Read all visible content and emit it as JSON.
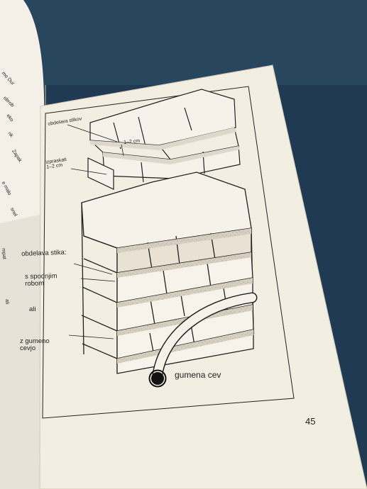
{
  "illustration": {
    "top_label": "obdelava stikov",
    "top_dimension": "1–2 cm",
    "top_raked": "izpraskati\n1–2 cm",
    "label_joint": "obdelava stika:",
    "label_bottom": "s spodnjim\nrobom",
    "label_or": "ali",
    "label_hose": "z gumeno\ncevjo",
    "label_rubber_hose": "gumena cev"
  },
  "page": {
    "number": "45"
  },
  "left_page_text": [
    "mo Dur",
    "obrob",
    "eko",
    "nk",
    "Zapak",
    "e malo",
    "snel",
    "mpat",
    "ali"
  ]
}
